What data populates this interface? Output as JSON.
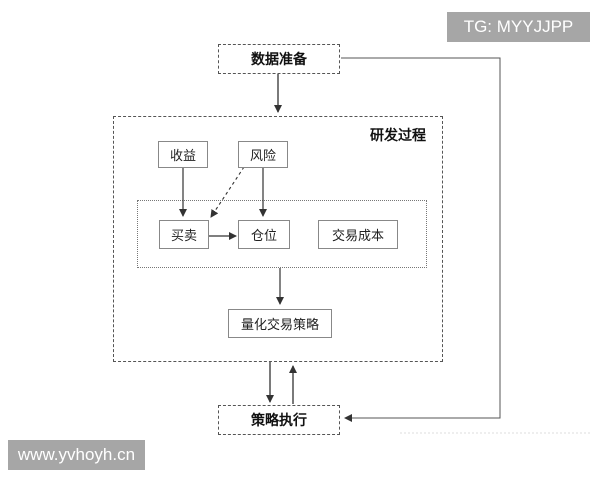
{
  "watermarks": {
    "top_right": "TG: MYYJJPP",
    "bottom_left": "www.yvhoyh.cn"
  },
  "nodes": {
    "data_prep": "数据准备",
    "research_process": "研发过程",
    "returns": "收益",
    "risk": "风险",
    "buy_sell": "买卖",
    "position": "仓位",
    "trading_cost": "交易成本",
    "quant_strategy": "量化交易策略",
    "strategy_execution": "策略执行"
  }
}
